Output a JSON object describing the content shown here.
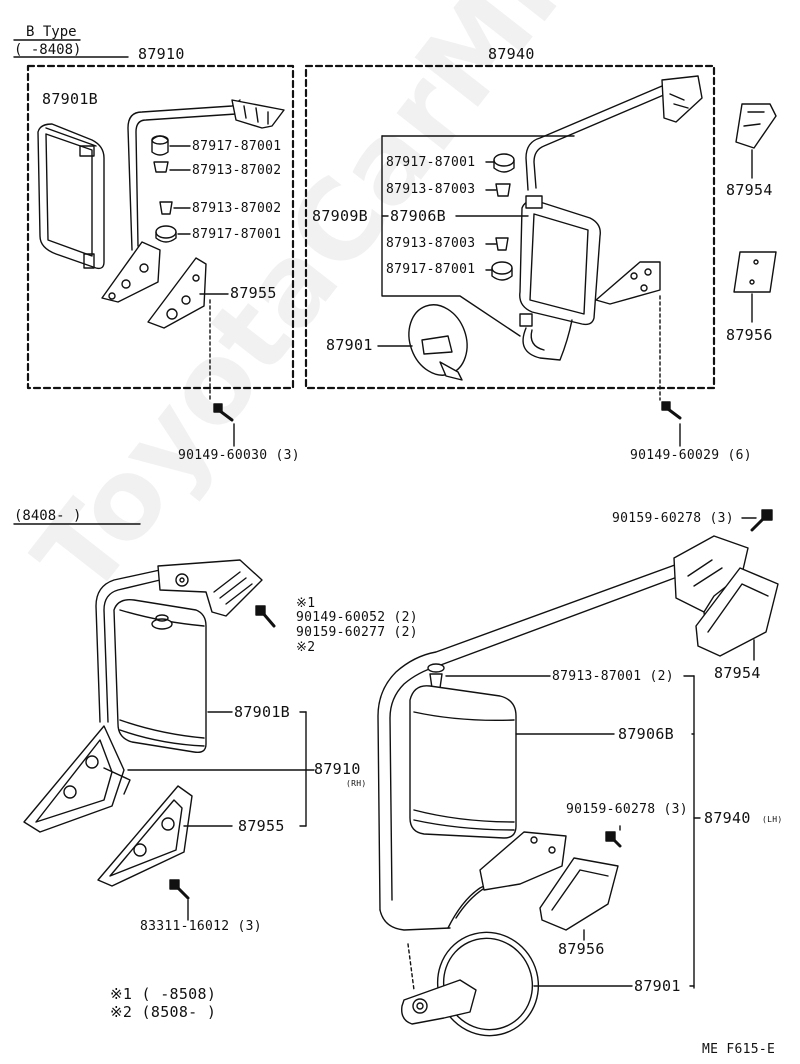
{
  "headers": {
    "b_type": "B Type",
    "range_top": "(      -8408)",
    "range_bottom": "(8408-      )"
  },
  "top_left": {
    "assembly": "87910",
    "labels": {
      "p87901b": "87901B",
      "p1": "87917-87001",
      "p2": "87913-87002",
      "p3": "87913-87002",
      "p4": "87917-87001",
      "p87955": "87955",
      "screw": "90149-60030 (3)"
    }
  },
  "top_right": {
    "assembly": "87940",
    "labels": {
      "p1": "87917-87001",
      "p2": "87913-87003",
      "p87909b": "87909B",
      "p87906b": "87906B",
      "p3": "87913-87003",
      "p4": "87917-87001",
      "p87901": "87901",
      "p87954": "87954",
      "p87956": "87956",
      "screw": "90149-60029 (6)"
    }
  },
  "bottom_left": {
    "note1_mark": "※1",
    "screw1": "90149-60052 (2)",
    "screw2": "90159-60277 (2)",
    "note2_mark": "※2",
    "p87901b": "87901B",
    "p87910": "87910",
    "rh": "(RH)",
    "p87955": "87955",
    "screw3": "83311-16012 (3)"
  },
  "bottom_right": {
    "screw_top": "90159-60278 (3)",
    "p87954": "87954",
    "p87913": "87913-87001 (2)",
    "p87906b": "87906B",
    "screw_mid": "90159-60278 (3)",
    "p87940": "87940",
    "lh": "(LH)",
    "p87956": "87956",
    "p87901": "87901"
  },
  "notes": {
    "n1": "※1 (      -8508)",
    "n2": "※2 (8508-      )"
  },
  "footer": "ME F615-E",
  "watermark": "ToyotaCarMine.ru"
}
